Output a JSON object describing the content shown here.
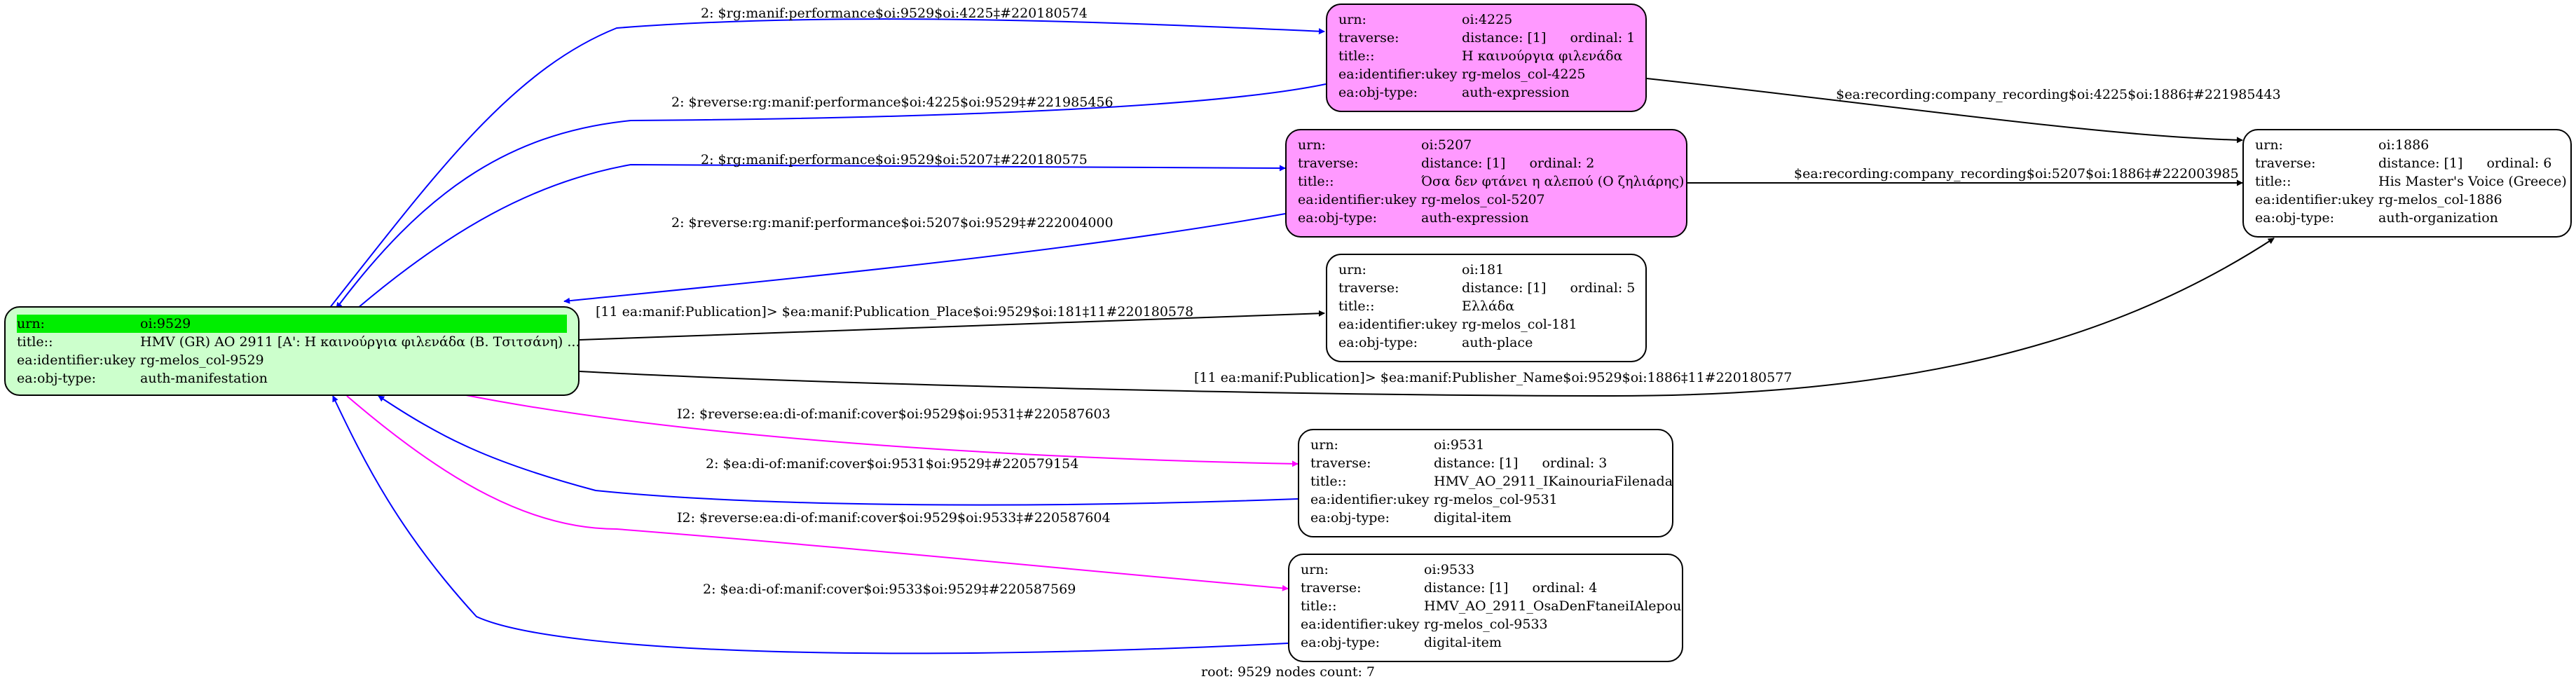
{
  "nodes": {
    "root": {
      "urn_key": "urn:",
      "urn": "oi:9529",
      "title_key": "title::",
      "title": "HMV (GR) AO 2911 [A': Η καινούργια φιλενάδα (Β. Τσιτσάνη) ...",
      "ukey_key": "ea:identifier:ukey",
      "ukey": "rg-melos_col-9529",
      "type_key": "ea:obj-type:",
      "type": "auth-manifestation"
    },
    "n4225": {
      "urn_key": "urn:",
      "urn": "oi:4225",
      "traverse_key": "traverse:",
      "distance": "distance: [1]",
      "ordinal": "ordinal: 1",
      "title_key": "title::",
      "title": "Η καινούργια φιλενάδα",
      "ukey_key": "ea:identifier:ukey",
      "ukey": "rg-melos_col-4225",
      "type_key": "ea:obj-type:",
      "type": "auth-expression"
    },
    "n5207": {
      "urn_key": "urn:",
      "urn": "oi:5207",
      "traverse_key": "traverse:",
      "distance": "distance: [1]",
      "ordinal": "ordinal: 2",
      "title_key": "title::",
      "title": "Όσα δεν φτάνει η αλεπού (Ο ζηλιάρης)",
      "ukey_key": "ea:identifier:ukey",
      "ukey": "rg-melos_col-5207",
      "type_key": "ea:obj-type:",
      "type": "auth-expression"
    },
    "n181": {
      "urn_key": "urn:",
      "urn": "oi:181",
      "traverse_key": "traverse:",
      "distance": "distance: [1]",
      "ordinal": "ordinal: 5",
      "title_key": "title::",
      "title": "Ελλάδα",
      "ukey_key": "ea:identifier:ukey",
      "ukey": "rg-melos_col-181",
      "type_key": "ea:obj-type:",
      "type": "auth-place"
    },
    "n1886": {
      "urn_key": "urn:",
      "urn": "oi:1886",
      "traverse_key": "traverse:",
      "distance": "distance: [1]",
      "ordinal": "ordinal: 6",
      "title_key": "title::",
      "title": "His Master's Voice (Greece)",
      "ukey_key": "ea:identifier:ukey",
      "ukey": "rg-melos_col-1886",
      "type_key": "ea:obj-type:",
      "type": "auth-organization"
    },
    "n9531": {
      "urn_key": "urn:",
      "urn": "oi:9531",
      "traverse_key": "traverse:",
      "distance": "distance: [1]",
      "ordinal": "ordinal: 3",
      "title_key": "title::",
      "title": "HMV_AO_2911_IKainouriaFilenada",
      "ukey_key": "ea:identifier:ukey",
      "ukey": "rg-melos_col-9531",
      "type_key": "ea:obj-type:",
      "type": "digital-item"
    },
    "n9533": {
      "urn_key": "urn:",
      "urn": "oi:9533",
      "traverse_key": "traverse:",
      "distance": "distance: [1]",
      "ordinal": "ordinal: 4",
      "title_key": "title::",
      "title": "HMV_AO_2911_OsaDenFtaneiIAlepou",
      "ukey_key": "ea:identifier:ukey",
      "ukey": "rg-melos_col-9533",
      "type_key": "ea:obj-type:",
      "type": "digital-item"
    }
  },
  "edges": {
    "e1": "2: $rg:manif:performance$oi:9529$oi:4225‡#220180574",
    "e2": "2: $reverse:rg:manif:performance$oi:4225$oi:9529‡#221985456",
    "e3": "2: $rg:manif:performance$oi:9529$oi:5207‡#220180575",
    "e4": "2: $reverse:rg:manif:performance$oi:5207$oi:9529‡#222004000",
    "e5": "[11 ea:manif:Publication]> $ea:manif:Publication_Place$oi:9529$oi:181‡11#220180578",
    "e6": "[11 ea:manif:Publication]> $ea:manif:Publisher_Name$oi:9529$oi:1886‡11#220180577",
    "e7": "$ea:recording:company_recording$oi:4225$oi:1886‡#221985443",
    "e8": "$ea:recording:company_recording$oi:5207$oi:1886‡#222003985",
    "e9": "I2: $reverse:ea:di-of:manif:cover$oi:9529$oi:9531‡#220587603",
    "e10": "2: $ea:di-of:manif:cover$oi:9531$oi:9529‡#220579154",
    "e11": "I2: $reverse:ea:di-of:manif:cover$oi:9529$oi:9533‡#220587604",
    "e12": "2: $ea:di-of:manif:cover$oi:9533$oi:9529‡#220587569"
  },
  "colors": {
    "expression_fill": "#ff99ff",
    "root_fill": "#ccffcc",
    "root_highlight": "#00ee00",
    "edge_blue": "#0000ff",
    "edge_magenta": "#ff00ff",
    "edge_black": "#000000"
  },
  "footer": "root: 9529 nodes count: 7"
}
